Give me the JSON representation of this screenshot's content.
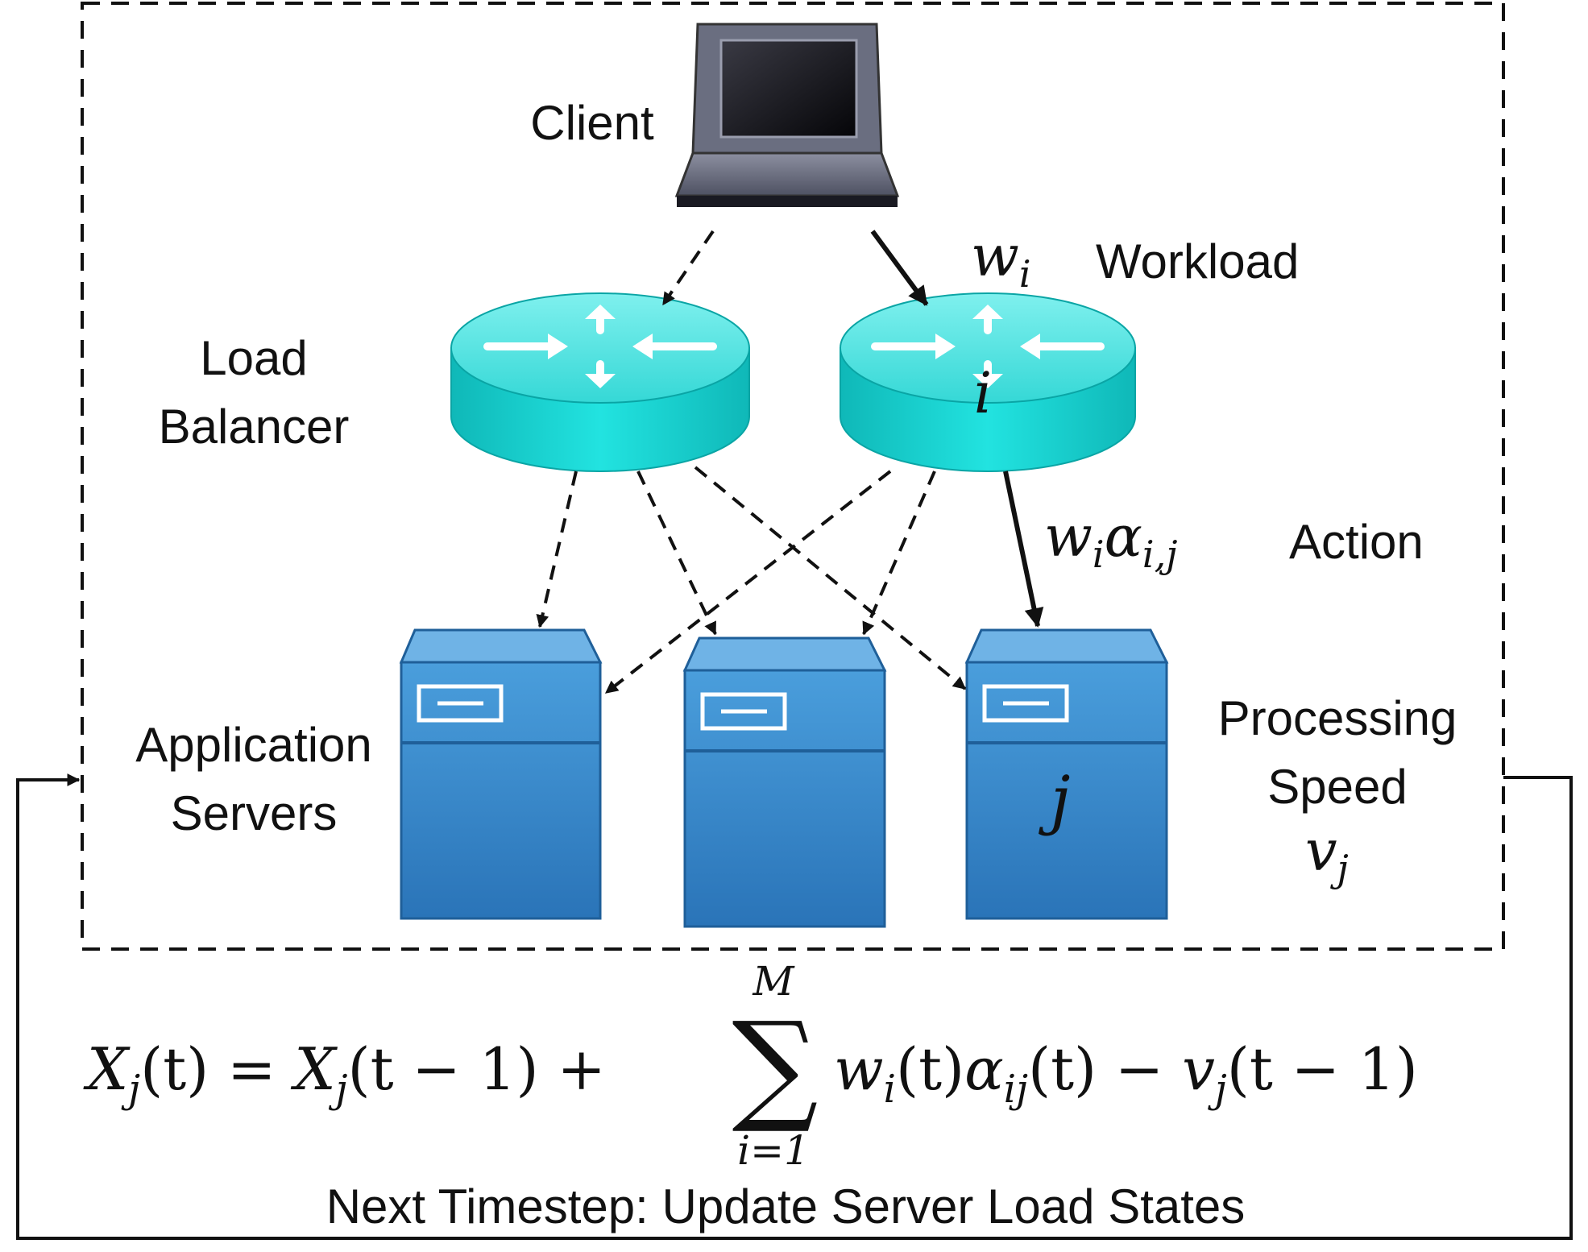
{
  "labels": {
    "client": "Client",
    "load_balancer_line1": "Load",
    "load_balancer_line2": "Balancer",
    "workload": "Workload",
    "action": "Action",
    "app_servers_line1": "Application",
    "app_servers_line2": "Servers",
    "processing_speed_line1": "Processing",
    "processing_speed_line2": "Speed",
    "footer": "Next Timestep: Update Server Load States"
  },
  "math": {
    "workload_symbol_base": "w",
    "workload_symbol_sub": "i",
    "action_w": "w",
    "action_w_sub": "i",
    "action_alpha": "α",
    "action_alpha_sub": "i,j",
    "router_index": "i",
    "server_index": "j",
    "speed_base": "v",
    "speed_sub": "j",
    "equation": {
      "lhs": "X",
      "lhs_sub": "j",
      "lhs_arg": "(t) = ",
      "rhs1": "X",
      "rhs1_sub": "j",
      "rhs1_arg": "(t − 1) + ",
      "sum": "∑",
      "sum_upper": "M",
      "sum_lower": "i=1",
      "term_w": "w",
      "term_w_sub": "i",
      "term_w_arg": "(t)",
      "term_alpha": "α",
      "term_alpha_sub": "ij",
      "term_alpha_arg": "(t) − ",
      "term_v": "v",
      "term_v_sub": "j",
      "term_v_arg": "(t − 1)"
    }
  },
  "icons": {
    "client": "laptop-icon",
    "routers": [
      "router-icon",
      "router-icon"
    ],
    "servers": [
      "server-icon",
      "server-icon",
      "server-icon"
    ]
  },
  "colors": {
    "router": "#19d5d5",
    "server": "#3d8fcf",
    "laptop": "#5a5e6e",
    "line": "#111111"
  }
}
